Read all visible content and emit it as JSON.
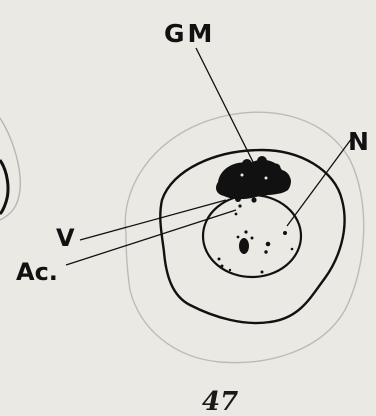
{
  "figure": {
    "labels": {
      "gm": "GM",
      "n": "N",
      "v": "V",
      "ac": "Ac."
    },
    "page_number": "47"
  },
  "colors": {
    "paper": "#ebe9e3",
    "ink": "#111111",
    "faint_line": "#b8b6b0"
  }
}
